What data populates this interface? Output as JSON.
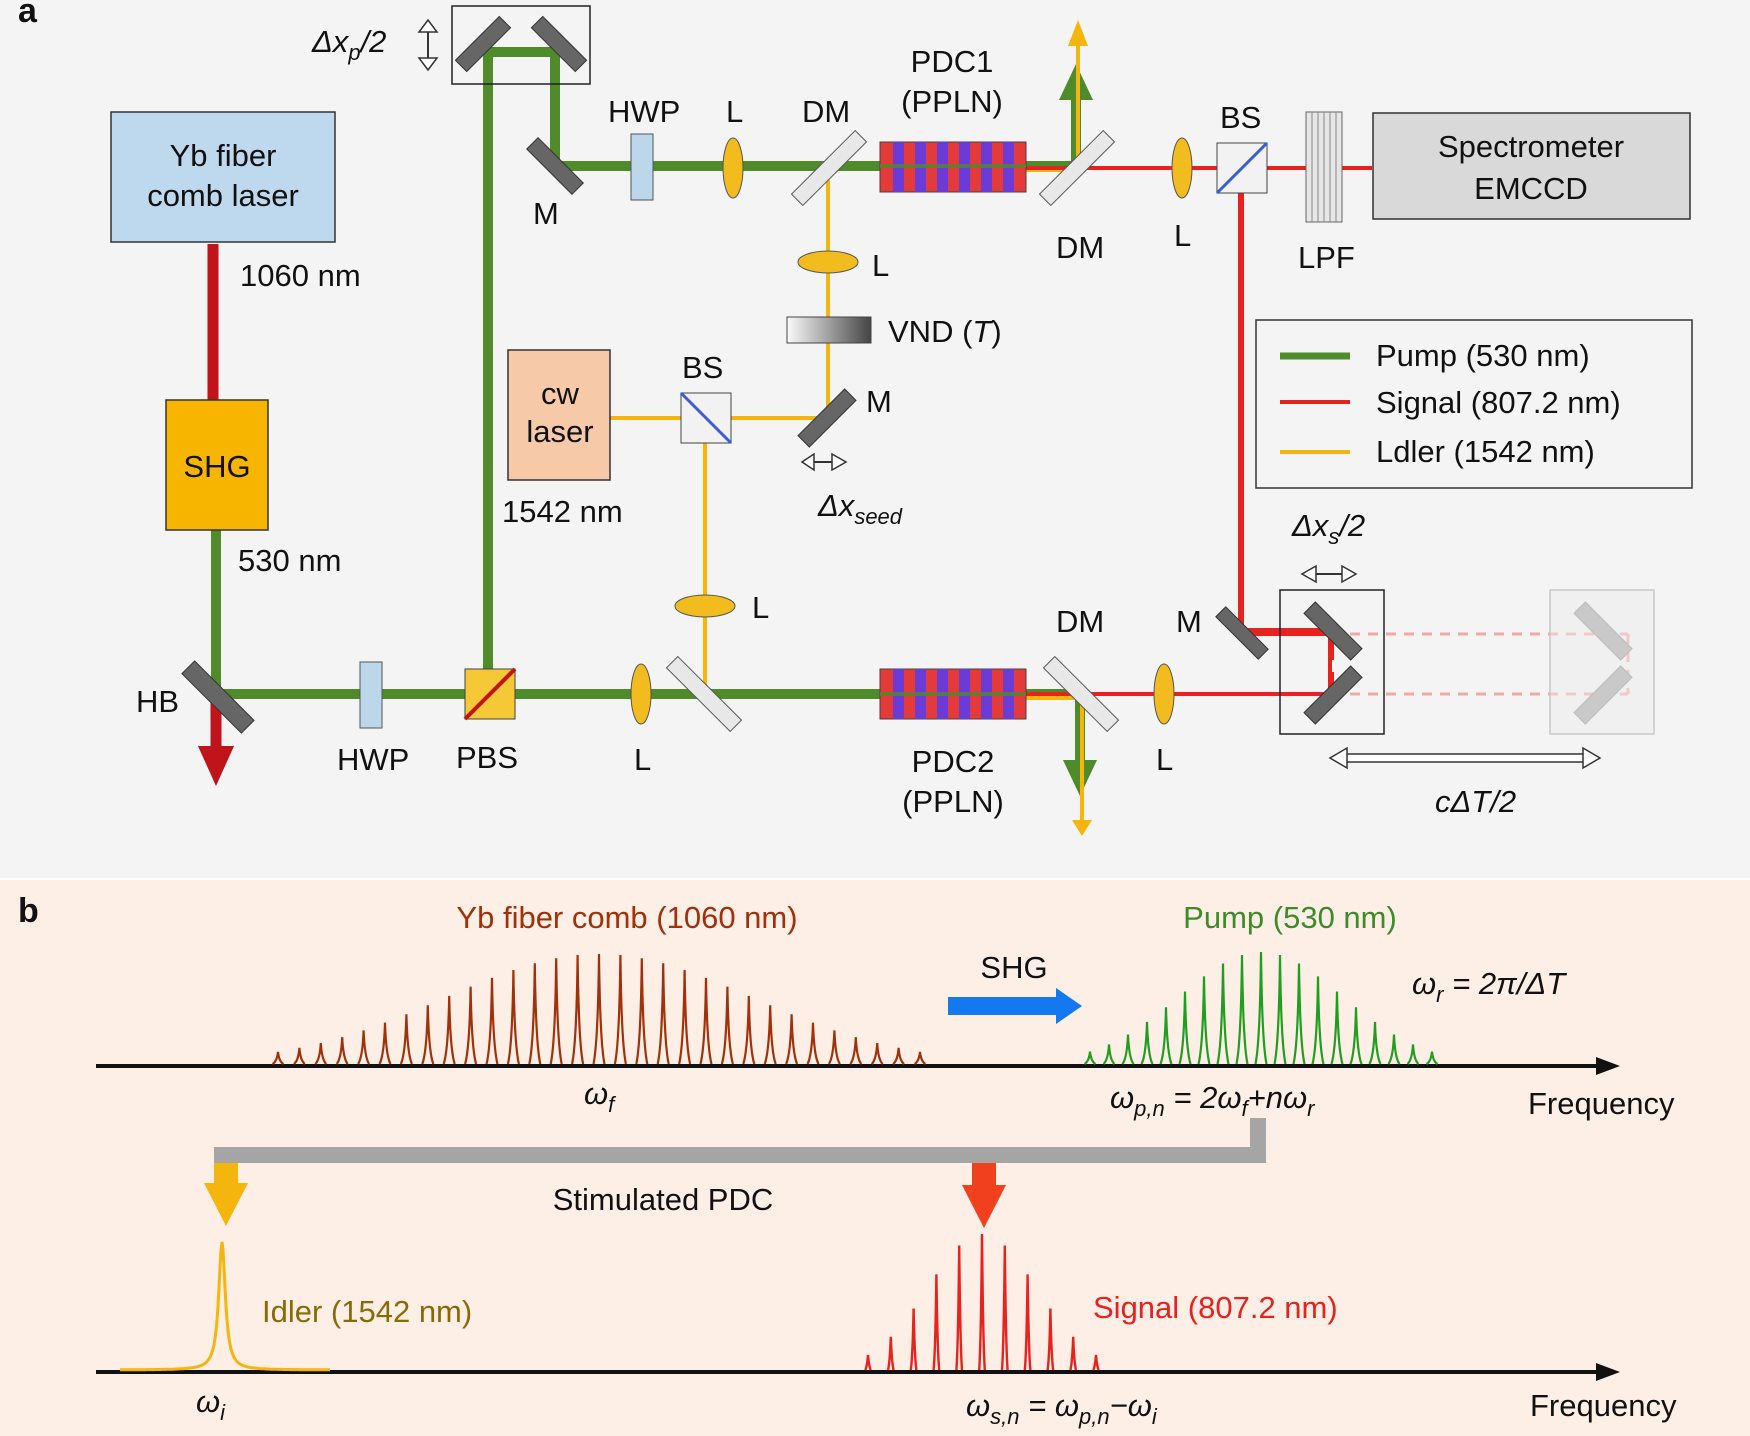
{
  "panels": {
    "a": "a",
    "b": "b"
  },
  "components": {
    "yb_laser": [
      "Yb fiber",
      "comb laser"
    ],
    "shg": "SHG",
    "hb": "HB",
    "hwp": "HWP",
    "pbs": "PBS",
    "l": "L",
    "m": "M",
    "dm": "DM",
    "bs": "BS",
    "lpf": "LPF",
    "pdc1": [
      "PDC1",
      "(PPLN)"
    ],
    "pdc2": [
      "PDC2",
      "(PPLN)"
    ],
    "spectrometer": [
      "Spectrometer",
      "EMCCD"
    ],
    "cw_laser": [
      "cw",
      "laser"
    ],
    "vnd": "VND (",
    "vnd_t": "T",
    "vnd_close": ")"
  },
  "wavelengths": {
    "w1060": "1060 nm",
    "w530": "530 nm",
    "w1542": "1542 nm"
  },
  "delays": {
    "dxp_pre": "Δx",
    "dxp_sub": "p",
    "dxp_post": "/2",
    "dxs_pre": "Δx",
    "dxs_sub": "s",
    "dxs_post": "/2",
    "dxseed_pre": "Δx",
    "dxseed_sub": "seed",
    "cdt": "cΔT/2"
  },
  "legend": [
    {
      "label": "Pump (530 nm)",
      "color": "#4f8a2b"
    },
    {
      "label": "Signal (807.2 nm)",
      "color": "#e8221e"
    },
    {
      "label": "Ldler (1542 nm)",
      "color": "#f5b50f"
    }
  ],
  "spectra": {
    "yb_comb": "Yb fiber comb (1060 nm)",
    "pump": "Pump (530 nm)",
    "shg_arrow": "SHG",
    "wr_eq": "ω",
    "wr_sub": "r",
    "wr_rhs": " = 2π/ΔT",
    "wf": "ω",
    "wf_sub": "f",
    "wpn": "ω",
    "wpn_sub": "p,n",
    "wpn_rhs": " = 2ω",
    "wpn_rhs_sub": "f",
    "wpn_tail": "+nω",
    "wpn_tail_sub": "r",
    "frequency": "Frequency",
    "stim_pdc": "Stimulated PDC",
    "idler": "Idler (1542 nm)",
    "signal": "Signal (807.2 nm)",
    "wi": "ω",
    "wi_sub": "i",
    "wsn": "ω",
    "wsn_sub": "s,n",
    "wsn_eq": " = ω",
    "wsn_eq_sub": "p,n",
    "wsn_minus": "−ω",
    "wsn_minus_sub": "i"
  },
  "colors": {
    "pump": "#4f8a2b",
    "signal": "#e8221e",
    "idler": "#f5b50f",
    "fundamental": "#c0141a",
    "comb_brown": "#a0310b",
    "comb_green": "#1f9e1f",
    "shg_blue": "#1478f0",
    "panel_a_bg": "#f4f4f4",
    "panel_b_bg": "#fdeee6"
  }
}
